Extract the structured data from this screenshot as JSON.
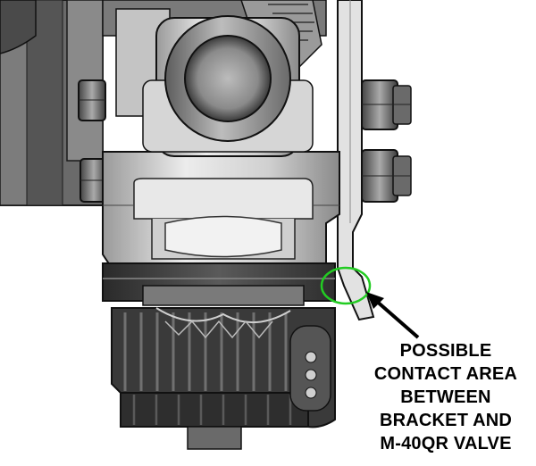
{
  "callout": {
    "lines": [
      "POSSIBLE",
      "CONTACT AREA",
      "BETWEEN",
      "BRACKET AND",
      "M-40QR VALVE"
    ]
  },
  "colors": {
    "highlight_circle": "#22cc22",
    "arrow": "#000000",
    "body_light": "#d8d8d8",
    "body_dark": "#3a3a3a",
    "outline": "#1a1a1a"
  }
}
